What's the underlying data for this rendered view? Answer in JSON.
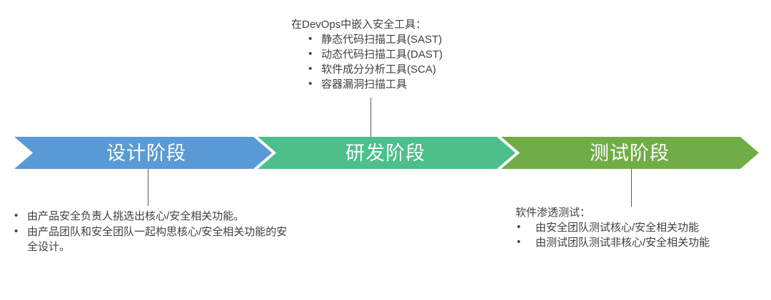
{
  "diagram": {
    "type": "chevron-process",
    "stages": [
      {
        "label": "设计阶段",
        "color": "#5B9BD5"
      },
      {
        "label": "研发阶段",
        "color": "#4CBF8A"
      },
      {
        "label": "测试阶段",
        "color": "#70AD47"
      }
    ]
  },
  "notes": {
    "devops": {
      "heading": "在DevOps中嵌入安全工具：",
      "items": [
        "静态代码扫描工具(SAST)",
        "动态代码扫描工具(DAST)",
        "软件成分分析工具(SCA)",
        "容器漏洞扫描工具"
      ]
    },
    "design": {
      "heading": "",
      "items": [
        "由产品安全负责人挑选出核心/安全相关功能。",
        "由产品团队和安全团队一起构思核心/安全相关功能的安全设计。"
      ]
    },
    "test": {
      "heading": "软件渗透测试：",
      "items": [
        "由安全团队测试核心/安全相关功能",
        "由测试团队测试非核心/安全相关功能"
      ]
    }
  }
}
